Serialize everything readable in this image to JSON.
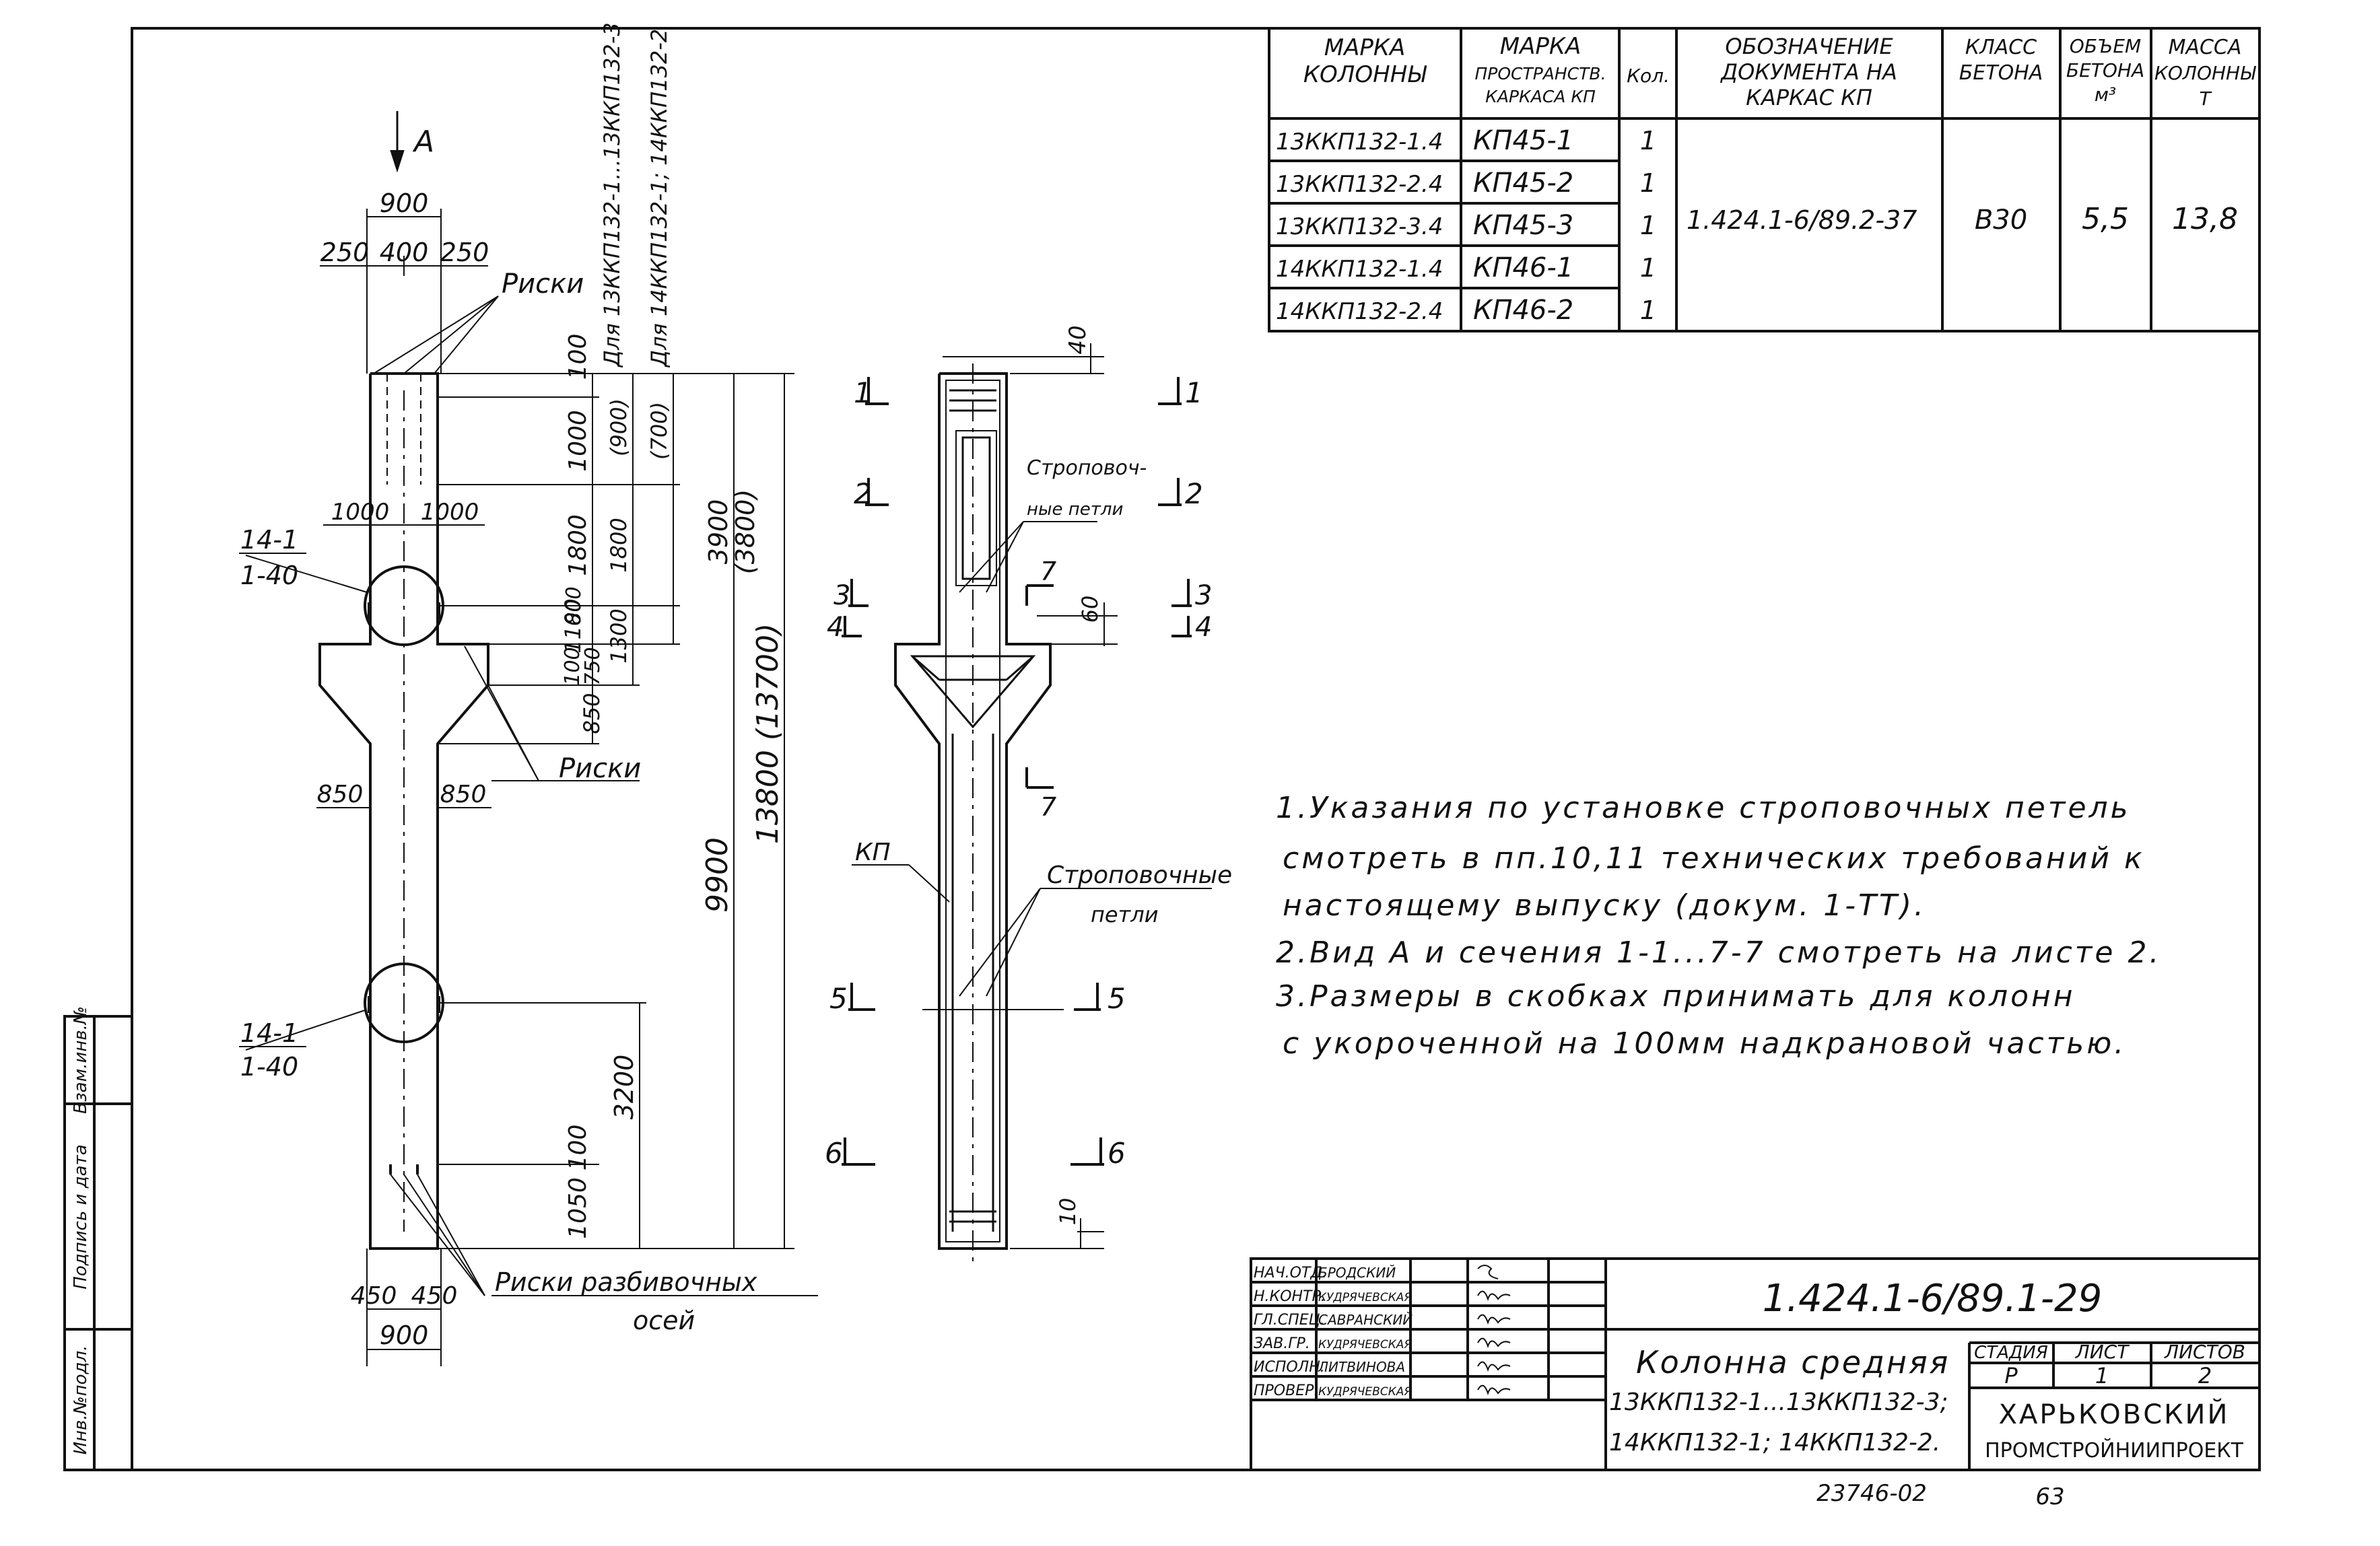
{
  "table": {
    "headers": {
      "col_mark_1": "МАРКА",
      "col_mark_2": "КОЛОННЫ",
      "space_1": "МАРКА",
      "space_2": "ПРОСТРАНСТВ.",
      "space_3": "КАРКАСА КП",
      "qty": "Кол.",
      "doc_1": "ОБОЗНАЧЕНИЕ",
      "doc_2": "ДОКУМЕНТА НА",
      "doc_3": "КАРКАС КП",
      "class_1": "КЛАСС",
      "class_2": "БЕТОНА",
      "vol_1": "ОБЪЕМ",
      "vol_2": "БЕТОНА",
      "vol_3": "м³",
      "mass_1": "МАССА",
      "mass_2": "КОЛОННЫ",
      "mass_3": "Т"
    },
    "rows": [
      {
        "mark": "13ККП132-1.4",
        "frame": "КП45-1",
        "qty": "1"
      },
      {
        "mark": "13ККП132-2.4",
        "frame": "КП45-2",
        "qty": "1"
      },
      {
        "mark": "13ККП132-3.4",
        "frame": "КП45-3",
        "qty": "1"
      },
      {
        "mark": "14ККП132-1.4",
        "frame": "КП46-1",
        "qty": "1"
      },
      {
        "mark": "14ККП132-2.4",
        "frame": "КП46-2",
        "qty": "1"
      }
    ],
    "doc": "1.424.1-6/89.2-37",
    "concrete_class": "В30",
    "volume": "5,5",
    "mass": "13,8"
  },
  "drawing": {
    "view_label": "А",
    "risk_label": "Риски",
    "risk_axes_1": "Риски разбивочных",
    "risk_axes_2": "осей",
    "node_1": "14-1",
    "node_2": "1-40",
    "dims": {
      "d900": "900",
      "d250": "250",
      "d400": "400",
      "d1000": "1000",
      "d850": "850",
      "d450": "450",
      "d100": "100",
      "d1800": "1800",
      "d1100": "1100",
      "d800": "800",
      "d750": "750",
      "d1300": "1300",
      "d900p": "(900)",
      "d700p": "(700)",
      "d3900": "3900",
      "d3800p": "(3800)",
      "d13800": "13800 (13700)",
      "d9900": "9900",
      "d3200": "3200",
      "d1050": "1050",
      "d40": "40",
      "d60": "60",
      "d10": "10"
    },
    "for_13": "Для 13ККП132-1...13ККП132-3",
    "for_14": "Для 14ККП132-1; 14ККП132-2",
    "sling_loops_short": "Строповоч-",
    "sling_loops_short_2": "ные петли",
    "sling_loops": "Строповочные",
    "sling_loops_2": "петли",
    "kp": "КП",
    "sections": [
      "1",
      "2",
      "3",
      "4",
      "5",
      "6",
      "7"
    ]
  },
  "notes": [
    "1.Указания по установке строповочных петель",
    "смотреть в пп.10,11 технических требований к",
    "настоящему выпуску (докум. 1-ТТ).",
    "2.Вид А и сечения 1-1...7-7 смотреть на листе 2.",
    "3.Размеры в скобках принимать для колонн",
    "с укороченной на 100мм надкрановой частью."
  ],
  "side_stamp": {
    "inv": "Инв.№подл.",
    "sign": "Подпись и дата",
    "vzam": "Взам.инв.№"
  },
  "title_block": {
    "roles": [
      {
        "role": "НАЧ.ОТД.",
        "name": "БРОДСКИЙ"
      },
      {
        "role": "Н.КОНТР.",
        "name": "КУДРЯЧЕВСКАЯ"
      },
      {
        "role": "ГЛ.СПЕЦ.",
        "name": "САВРАНСКИЙ"
      },
      {
        "role": "ЗАВ.ГР.",
        "name": "КУДРЯЧЕВСКАЯ"
      },
      {
        "role": "ИСПОЛН.",
        "name": "ЛИТВИНОВА"
      },
      {
        "role": "ПРОВЕР.",
        "name": "КУДРЯЧЕВСКАЯ"
      }
    ],
    "code": "1.424.1-6/89.1-29",
    "title_1": "Колонна средняя",
    "title_2": "13ККП132-1...13ККП132-3;",
    "title_3": "14ККП132-1; 14ККП132-2.",
    "stage_h": "СТАДИЯ",
    "sheet_h": "ЛИСТ",
    "sheets_h": "ЛИСТОВ",
    "stage": "Р",
    "sheet": "1",
    "sheets": "2",
    "org_1": "ХАРЬКОВСКИЙ",
    "org_2": "ПРОМСТРОЙНИИПРОЕКТ"
  },
  "footer": {
    "archive": "23746-02",
    "page": "63"
  }
}
